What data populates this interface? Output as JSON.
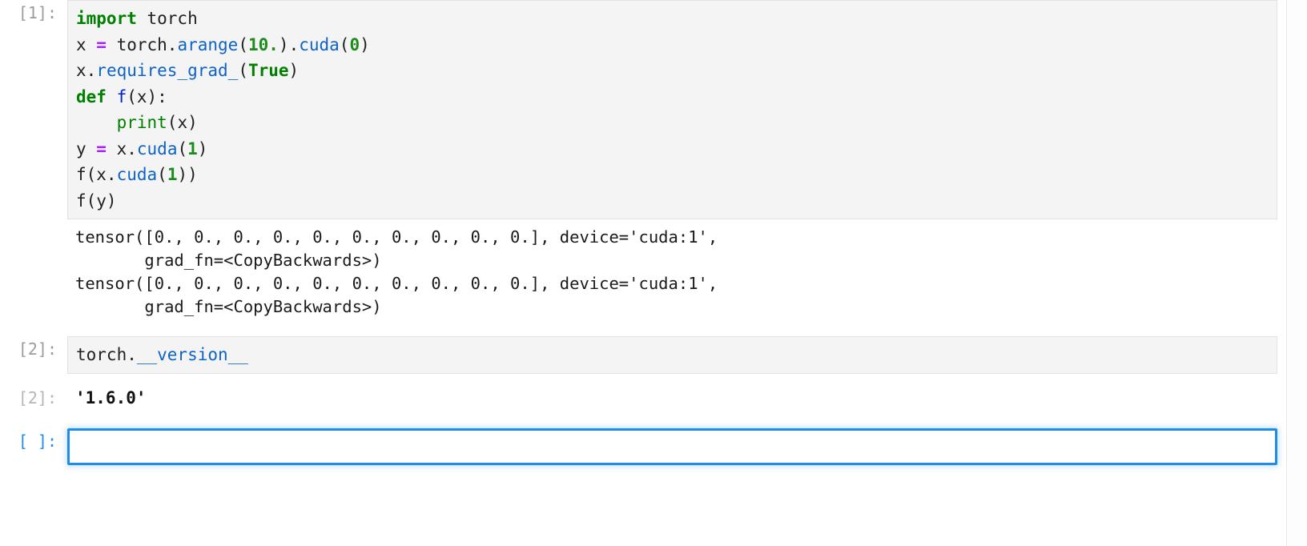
{
  "notebook": {
    "kind": "jupyter-notebook",
    "background_color": "#ffffff",
    "focus_accent_color": "#1f8ced",
    "cell_background_color": "#f4f4f4",
    "prompt_color": "#9b9b9b"
  },
  "cells": [
    {
      "id": "cell-1",
      "type": "code",
      "prompt": "[1]:",
      "focused": false,
      "source_plain": "import torch\nx = torch.arange(10.).cuda(0)\nx.requires_grad_(True)\ndef f(x):\n    print(x)\ny = x.cuda(1)\nf(x.cuda(1))\nf(y)",
      "lines": [
        {
          "index": 1,
          "tokens": [
            {
              "t": "import",
              "c": "kw"
            },
            {
              "t": " torch",
              "c": "pl"
            }
          ]
        },
        {
          "index": 2,
          "tokens": [
            {
              "t": "x ",
              "c": "pl"
            },
            {
              "t": "=",
              "c": "op"
            },
            {
              "t": " torch.",
              "c": "pl"
            },
            {
              "t": "arange",
              "c": "fn"
            },
            {
              "t": "(",
              "c": "pl"
            },
            {
              "t": "10.",
              "c": "num"
            },
            {
              "t": ").",
              "c": "pl"
            },
            {
              "t": "cuda",
              "c": "fn"
            },
            {
              "t": "(",
              "c": "pl"
            },
            {
              "t": "0",
              "c": "num"
            },
            {
              "t": ")",
              "c": "pl"
            }
          ]
        },
        {
          "index": 3,
          "tokens": [
            {
              "t": "x.",
              "c": "pl"
            },
            {
              "t": "requires_grad_",
              "c": "fn"
            },
            {
              "t": "(",
              "c": "pl"
            },
            {
              "t": "True",
              "c": "kw"
            },
            {
              "t": ")",
              "c": "pl"
            }
          ]
        },
        {
          "index": 4,
          "tokens": [
            {
              "t": "def",
              "c": "kw"
            },
            {
              "t": " ",
              "c": "pl"
            },
            {
              "t": "f",
              "c": "def"
            },
            {
              "t": "(x):",
              "c": "pl"
            }
          ]
        },
        {
          "index": 5,
          "tokens": [
            {
              "t": "    ",
              "c": "pl"
            },
            {
              "t": "print",
              "c": "bi"
            },
            {
              "t": "(x)",
              "c": "pl"
            }
          ]
        },
        {
          "index": 6,
          "tokens": [
            {
              "t": "y ",
              "c": "pl"
            },
            {
              "t": "=",
              "c": "op"
            },
            {
              "t": " x.",
              "c": "pl"
            },
            {
              "t": "cuda",
              "c": "fn"
            },
            {
              "t": "(",
              "c": "pl"
            },
            {
              "t": "1",
              "c": "num"
            },
            {
              "t": ")",
              "c": "pl"
            }
          ]
        },
        {
          "index": 7,
          "tokens": [
            {
              "t": "f(x.",
              "c": "pl"
            },
            {
              "t": "cuda",
              "c": "fn"
            },
            {
              "t": "(",
              "c": "pl"
            },
            {
              "t": "1",
              "c": "num"
            },
            {
              "t": "))",
              "c": "pl"
            }
          ]
        },
        {
          "index": 8,
          "tokens": [
            {
              "t": "f(y)",
              "c": "pl"
            }
          ]
        }
      ],
      "outputs": [
        {
          "id": "cell-1-stdout",
          "type": "stream",
          "prompt": "",
          "text": "tensor([0., 0., 0., 0., 0., 0., 0., 0., 0., 0.], device='cuda:1',\n       grad_fn=<CopyBackwards>)\ntensor([0., 0., 0., 0., 0., 0., 0., 0., 0., 0.], device='cuda:1',\n       grad_fn=<CopyBackwards>)"
        }
      ]
    },
    {
      "id": "cell-2",
      "type": "code",
      "prompt": "[2]:",
      "focused": false,
      "source_plain": "torch.__version__",
      "lines": [
        {
          "index": 1,
          "tokens": [
            {
              "t": "torch.",
              "c": "pl"
            },
            {
              "t": "__version__",
              "c": "fn"
            }
          ]
        }
      ],
      "outputs": [
        {
          "id": "cell-2-result",
          "type": "execute_result",
          "prompt": "[2]:",
          "text": "'1.6.0'"
        }
      ]
    },
    {
      "id": "cell-3",
      "type": "code",
      "prompt": "[ ]:",
      "focused": true,
      "source_plain": "",
      "lines": [
        {
          "index": 1,
          "tokens": []
        }
      ],
      "outputs": []
    }
  ]
}
